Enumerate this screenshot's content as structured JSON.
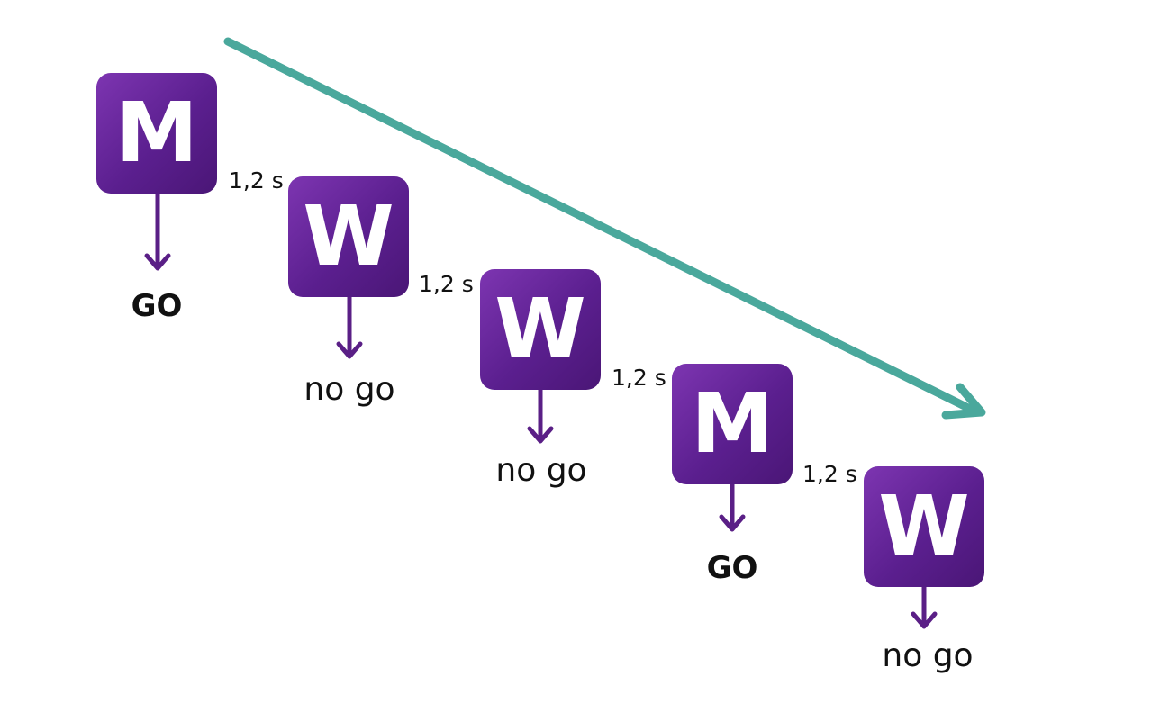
{
  "sequence": [
    {
      "letter": "M",
      "response": "GO"
    },
    {
      "letter": "W",
      "response": "no go"
    },
    {
      "letter": "W",
      "response": "no go"
    },
    {
      "letter": "M",
      "response": "GO"
    },
    {
      "letter": "W",
      "response": "no go"
    }
  ],
  "intervals": [
    "1,2 s",
    "1,2 s",
    "1,2 s",
    "1,2 s"
  ],
  "colors": {
    "tile": "#6a2a9e",
    "down_arrow": "#5a1f86",
    "timeline_arrow": "#4aa89c",
    "text": "#111111"
  }
}
